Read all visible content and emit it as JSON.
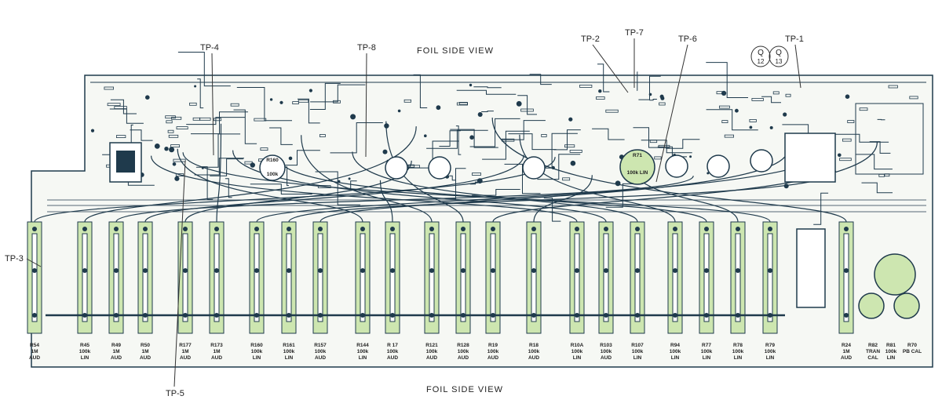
{
  "board": {
    "title_top": "FOIL SIDE VIEW",
    "title_bottom": "FOIL SIDE VIEW",
    "corner_mark": [
      "Q",
      "Q",
      "12",
      "13"
    ],
    "colors": {
      "foil": "#1f3a4c",
      "board_bg": "#f6f8f4",
      "highlight": "#cde6b0",
      "ink": "#222222"
    }
  },
  "test_points": [
    {
      "id": "tp-3",
      "label": "TP-3"
    },
    {
      "id": "tp-4",
      "label": "TP-4"
    },
    {
      "id": "tp-5",
      "label": "TP-5"
    },
    {
      "id": "tp-8",
      "label": "TP-8"
    },
    {
      "id": "tp-2",
      "label": "TP-2"
    },
    {
      "id": "tp-7",
      "label": "TP-7"
    },
    {
      "id": "tp-6",
      "label": "TP-6"
    },
    {
      "id": "tp-1",
      "label": "TP-1"
    }
  ],
  "potentiometers": [
    {
      "ref": "R54",
      "value": "1M",
      "taper": "AUD"
    },
    {
      "ref": "R45",
      "value": "100k",
      "taper": "LIN"
    },
    {
      "ref": "R49",
      "value": "1M",
      "taper": "AUD"
    },
    {
      "ref": "R50",
      "value": "1M",
      "taper": "AUD"
    },
    {
      "ref": "R177",
      "value": "1M",
      "taper": "AUD"
    },
    {
      "ref": "R173",
      "value": "1M",
      "taper": "AUD"
    },
    {
      "ref": "R160",
      "value": "100k",
      "taper": "LIN"
    },
    {
      "ref": "R161",
      "value": "100k",
      "taper": "LIN"
    },
    {
      "ref": "R157",
      "value": "100k",
      "taper": "AUD"
    },
    {
      "ref": "R144",
      "value": "100k",
      "taper": "LIN"
    },
    {
      "ref": "R 17",
      "value": "100k",
      "taper": "AUD"
    },
    {
      "ref": "R121",
      "value": "100k",
      "taper": "AUD"
    },
    {
      "ref": "R128",
      "value": "100k",
      "taper": "AUD"
    },
    {
      "ref": "R19",
      "value": "100k",
      "taper": "AUD"
    },
    {
      "ref": "R18",
      "value": "100k",
      "taper": "AUD"
    },
    {
      "ref": "R10A",
      "value": "100k",
      "taper": "LIN"
    },
    {
      "ref": "R103",
      "value": "100k",
      "taper": "AUD"
    },
    {
      "ref": "R107",
      "value": "100k",
      "taper": "LIN"
    },
    {
      "ref": "R94",
      "value": "100k",
      "taper": "LIN"
    },
    {
      "ref": "R77",
      "value": "100k",
      "taper": "LIN"
    },
    {
      "ref": "R78",
      "value": "100k",
      "taper": "LIN"
    },
    {
      "ref": "R79",
      "value": "100k",
      "taper": "LIN"
    },
    {
      "ref": "R24",
      "value": "1M",
      "taper": "AUD"
    }
  ],
  "cal_labels": [
    {
      "ref": "R82",
      "line1": "TRAN",
      "line2": "CAL"
    },
    {
      "ref": "R81",
      "line1": "100k",
      "line2": "LIN"
    },
    {
      "ref": "R70",
      "line1": "PB CAL",
      "line2": ""
    }
  ],
  "trimmer_labels": [
    {
      "ref": "R160",
      "value": "100k"
    },
    {
      "ref": "R71",
      "value": "100k LIN"
    }
  ]
}
